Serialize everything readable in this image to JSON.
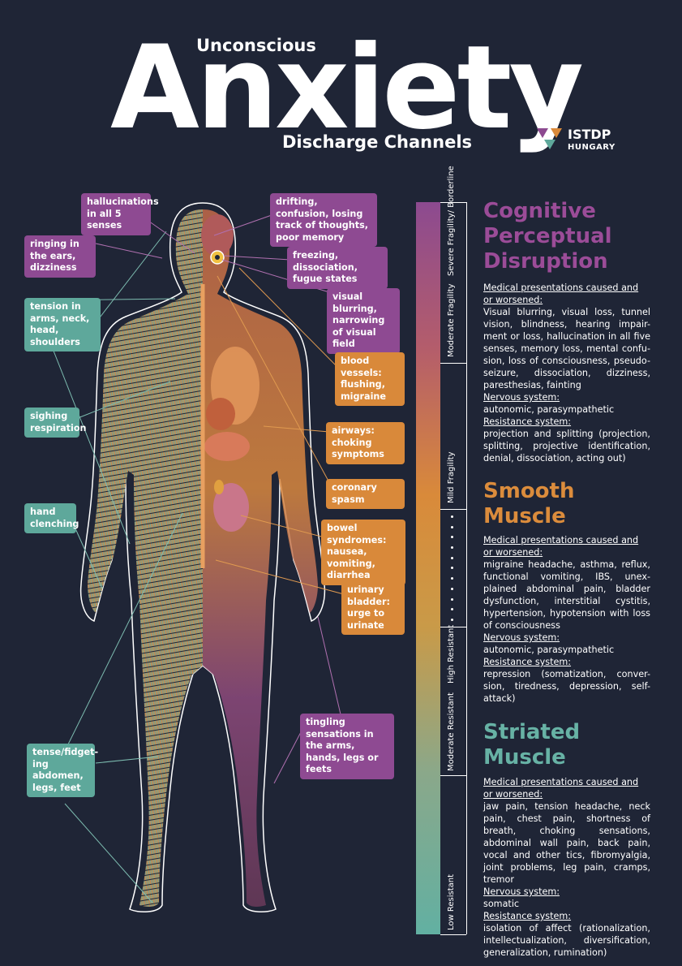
{
  "title": {
    "top": "Unconscious",
    "main": "Anxiety",
    "bottom": "Discharge Channels"
  },
  "logo": {
    "name": "ISTDP",
    "sub": "HUNGARY",
    "colors": [
      "#8c4a90",
      "#d9893a",
      "#5ea89b"
    ]
  },
  "labels": [
    {
      "text": "hallucinations in all 5 senses",
      "color": "purple"
    },
    {
      "text": "drifting, confusion, losing track of thoughts, poor memory",
      "color": "purple"
    },
    {
      "text": "ringing in the ears, dizziness",
      "color": "purple"
    },
    {
      "text": "freezing, dissociation, fugue states",
      "color": "purple"
    },
    {
      "text": "tension in arms, neck, head, shoulders",
      "color": "teal"
    },
    {
      "text": "visual blurring, narrowing of visual field",
      "color": "purple"
    },
    {
      "text": "blood vessels: flushing, migraine",
      "color": "orange"
    },
    {
      "text": "sighing respiration",
      "color": "teal"
    },
    {
      "text": "airways: choking symptoms",
      "color": "orange"
    },
    {
      "text": "coronary spasm",
      "color": "orange"
    },
    {
      "text": "hand clenching",
      "color": "teal"
    },
    {
      "text": "bowel syndromes: nausea, vomiting, diarrhea",
      "color": "orange"
    },
    {
      "text": "urinary bladder: urge to urinate",
      "color": "orange"
    },
    {
      "text": "tingling sensations in the arms, hands, legs or feets",
      "color": "purple"
    },
    {
      "text": "tense/fidget-ing abdomen, legs, feet",
      "color": "teal"
    }
  ],
  "scale": [
    "Severe Fragility/ Borderline",
    "Moderate Fragility",
    "Mild Fragility",
    "High Resistant",
    "Moderate Resistant",
    "Low Resistant"
  ],
  "channels": [
    {
      "title": "Cognitive Perceptual Disruption",
      "color": "#9b4c98",
      "med_label": "Medical presentations caused and or worsened:",
      "med": "Visual blurring, visual loss, tunnel vision, blindness, hearing impair-ment or loss, hallucination in all five senses, memory loss, mental confu-sion, loss of consciousness, pseudo-seizure, dissociation, dizziness, paresthesias, fainting",
      "nerv_label": "Nervous system:",
      "nerv": "autonomic, parasympathetic",
      "res_label": "Resistance system:",
      "res": "projection and splitting (projection, splitting, projective identification, denial, dissociation, acting out)"
    },
    {
      "title": "Smooth Muscle",
      "color": "#db8c3c",
      "med_label": "Medical presentations caused and or worsened:",
      "med": "migraine headache, asthma, reflux, functional vomiting, IBS, unex-plained abdominal pain, bladder dysfunction, interstitial cystitis, hypertension, hypotension with loss of consciousness",
      "nerv_label": "Nervous system:",
      "nerv": "autonomic, parasympathetic",
      "res_label": "Resistance system:",
      "res": "repression (somatization, conver-sion, tiredness, depression, self-attack)"
    },
    {
      "title": "Striated Muscle",
      "color": "#67b2a5",
      "med_label": "Medical presentations caused and or worsened:",
      "med": "jaw pain, tension headache, neck pain, chest pain, shortness of breath, choking sensations, abdominal wall pain, back pain, vocal and other tics, fibromyalgia, joint problems, leg pain, cramps, tremor",
      "nerv_label": "Nervous system:",
      "nerv": "somatic",
      "res_label": "Resistance system:",
      "res": "isolation of affect (rationalization, intellectualization, diversification, generalization, rumination)"
    }
  ]
}
